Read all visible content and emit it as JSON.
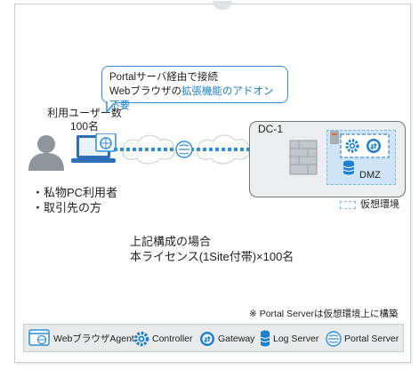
{
  "users": {
    "label_line1": "利用ユーザー数",
    "label_line2": "100名"
  },
  "bullets": [
    "・私物PC利用者",
    "・取引先の方"
  ],
  "bubble": {
    "line1": "Portalサーバ経由で接続",
    "line2_prefix": "Webブラウザの",
    "line2_highlight": "拡張機能のアドオン不要"
  },
  "datacenter": {
    "label": "DC-1",
    "dmz_label": "DMZ"
  },
  "virtual_legend": {
    "label": "仮想環境"
  },
  "config": {
    "line1": "上記構成の場合",
    "line2": "本ライセンス(1Site付帯)×100名"
  },
  "note": "※ Portal Serverは仮想環境上に構築",
  "legend": [
    {
      "icon": "browser-agent-icon",
      "label": "WebブラウザAgent"
    },
    {
      "icon": "controller-gear-icon",
      "label": "Controller"
    },
    {
      "icon": "gateway-icon",
      "label": "Gateway"
    },
    {
      "icon": "log-server-icon",
      "label": "Log Server"
    },
    {
      "icon": "portal-server-icon",
      "label": "Portal Server"
    }
  ],
  "colors": {
    "accent_blue": "#1d7fd0",
    "vm_zone": "#cfe4f4",
    "dc_fill": "#eceeef",
    "legend_bar": "#e8eaec"
  }
}
